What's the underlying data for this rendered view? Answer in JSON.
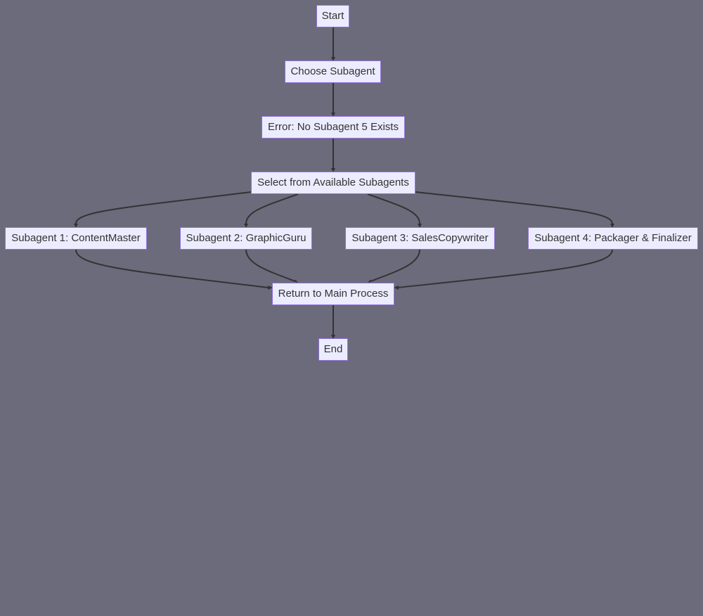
{
  "diagram": {
    "nodes": {
      "start": "Start",
      "choose": "Choose Subagent",
      "error": "Error: No Subagent 5 Exists",
      "select": "Select from Available Subagents",
      "sub1": "Subagent 1: ContentMaster",
      "sub2": "Subagent 2: GraphicGuru",
      "sub3": "Subagent 3: SalesCopywriter",
      "sub4": "Subagent 4: Packager & Finalizer",
      "return": "Return to Main Process",
      "end": "End"
    },
    "edges": [
      [
        "start",
        "choose"
      ],
      [
        "choose",
        "error"
      ],
      [
        "error",
        "select"
      ],
      [
        "select",
        "sub1"
      ],
      [
        "select",
        "sub2"
      ],
      [
        "select",
        "sub3"
      ],
      [
        "select",
        "sub4"
      ],
      [
        "sub1",
        "return"
      ],
      [
        "sub2",
        "return"
      ],
      [
        "sub3",
        "return"
      ],
      [
        "sub4",
        "return"
      ],
      [
        "return",
        "end"
      ]
    ],
    "colors": {
      "background": "#6b6b7b",
      "node_fill": "#ececff",
      "node_border": "#9370db",
      "text": "#333333",
      "edge": "#333333"
    }
  }
}
